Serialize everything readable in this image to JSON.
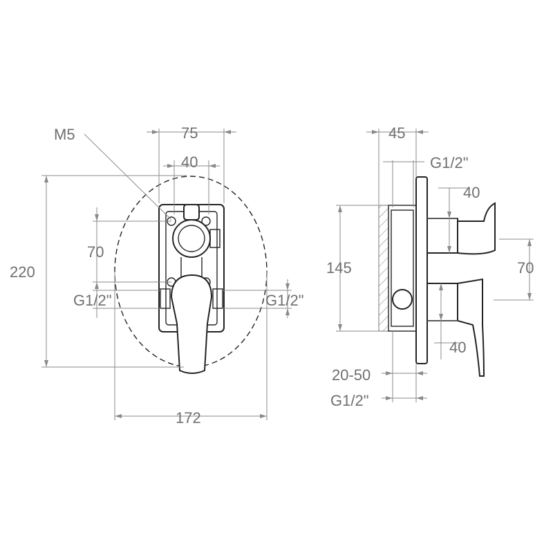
{
  "front_view": {
    "thread_m5": "M5",
    "width_75": "75",
    "width_40": "40",
    "height_220": "220",
    "height_70": "70",
    "thread_left": "G1/2\"",
    "thread_right": "G1/2\"",
    "width_172": "172"
  },
  "side_view": {
    "depth_45": "45",
    "thread_top": "G1/2\"",
    "handle_40_top": "40",
    "height_145": "145",
    "handle_70": "70",
    "handle_40_bottom": "40",
    "range_20_50": "20-50",
    "thread_bottom": "G1/2\""
  }
}
